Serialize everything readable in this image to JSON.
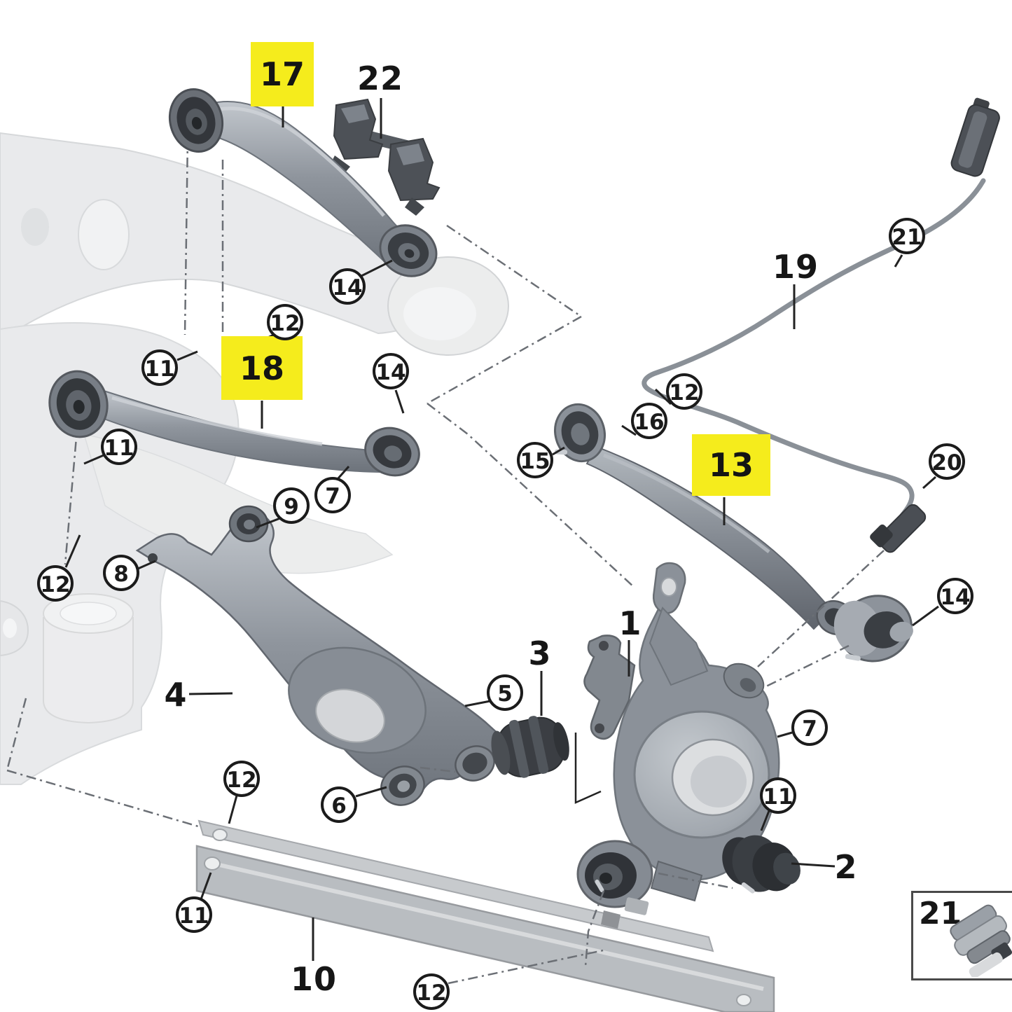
{
  "diagram": {
    "kind": "exploded-parts-diagram",
    "subject": "rear axle suspension / wheel carrier parts diagram",
    "colors": {
      "highlight_yellow": "#F5EC1C",
      "line_black": "#1b1b1b",
      "part_grey": "#9aa0a8",
      "ghost_grey": "#e9eaec"
    }
  },
  "yellow_labels": [
    {
      "text": "17"
    },
    {
      "text": "18"
    },
    {
      "text": "13"
    }
  ],
  "bold_labels": [
    {
      "text": "22"
    },
    {
      "text": "19"
    },
    {
      "text": "1"
    },
    {
      "text": "2"
    },
    {
      "text": "3"
    },
    {
      "text": "4"
    },
    {
      "text": "10"
    }
  ],
  "circled_callouts": [
    {
      "text": "14"
    },
    {
      "text": "12"
    },
    {
      "text": "11"
    },
    {
      "text": "14"
    },
    {
      "text": "11"
    },
    {
      "text": "12"
    },
    {
      "text": "16"
    },
    {
      "text": "15"
    },
    {
      "text": "21"
    },
    {
      "text": "20"
    },
    {
      "text": "9"
    },
    {
      "text": "7"
    },
    {
      "text": "12"
    },
    {
      "text": "8"
    },
    {
      "text": "5"
    },
    {
      "text": "6"
    },
    {
      "text": "12"
    },
    {
      "text": "11"
    },
    {
      "text": "12"
    },
    {
      "text": "14"
    },
    {
      "text": "7"
    },
    {
      "text": "11"
    }
  ],
  "inset": {
    "label": "21"
  }
}
